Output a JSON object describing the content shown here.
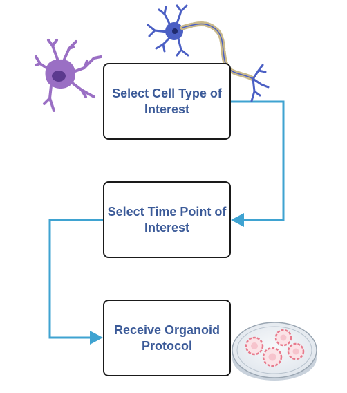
{
  "diagram": {
    "steps": [
      {
        "label": "Select Cell Type of Interest"
      },
      {
        "label": "Select Time Point of Interest"
      },
      {
        "label": "Receive Organoid Protocol"
      }
    ],
    "illustrations": [
      "neuron-icon",
      "astrocyte-icon",
      "petri-dish-icon"
    ],
    "colors": {
      "text": "#3b5a98",
      "arrow": "#3fa3d1",
      "border": "#1a1a1a",
      "neuron": "#4b5fc4",
      "astrocyte": "#9a6fc4",
      "organoid": "#e87a8c"
    }
  }
}
